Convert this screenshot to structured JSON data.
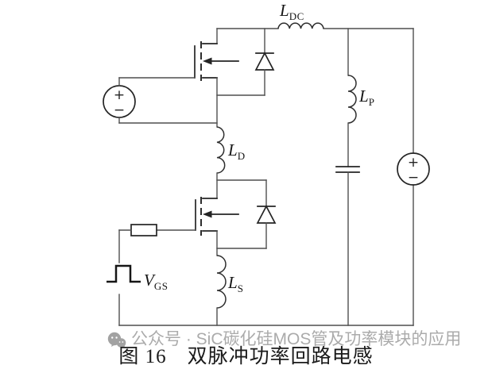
{
  "figure": {
    "caption": "图 16　双脉冲功率回路电感"
  },
  "watermark": {
    "icon": "wechat-icon",
    "text": "公众号 · SiC碳化硅MOS管及功率模块的应用",
    "color": "#ababab"
  },
  "labels": {
    "l_dc": {
      "main": "L",
      "sub": "DC"
    },
    "l_d": {
      "main": "L",
      "sub": "D"
    },
    "l_p": {
      "main": "L",
      "sub": "P"
    },
    "l_s": {
      "main": "L",
      "sub": "S"
    },
    "v_gs": {
      "main": "V",
      "sub": "GS"
    }
  },
  "sources": {
    "gate_drive_dc": {
      "plus": "+",
      "minus": "−"
    },
    "bus_dc": {
      "plus": "+",
      "minus": "−"
    }
  },
  "colors": {
    "wire": "#4f4f4f",
    "symbol": "#242424",
    "caption": "#1a1a1a",
    "watermark": "#ababab",
    "background": "#ffffff"
  }
}
